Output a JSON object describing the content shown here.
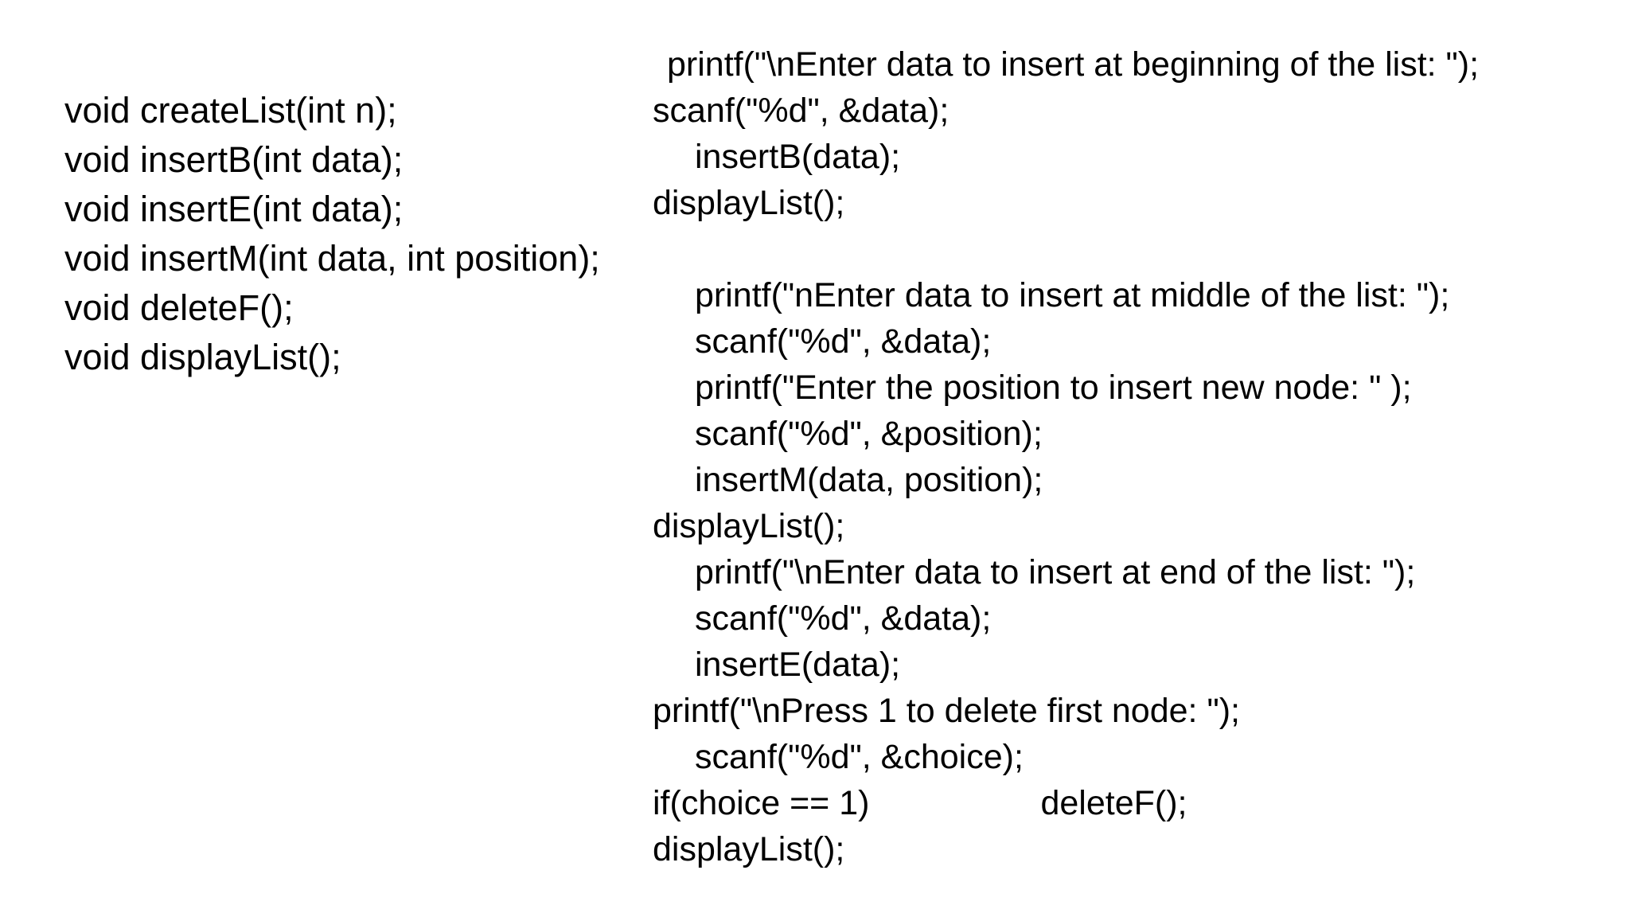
{
  "slide": {
    "background_color": "#ffffff",
    "text_color": "#000000"
  },
  "prototypes": {
    "lines": [
      "void createList(int n);",
      "void insertB(int data);",
      "void insertE(int data);",
      "void insertM(int data, int position);",
      "void deleteF();",
      "void displayList();"
    ]
  },
  "main_body": {
    "lines": [
      {
        "indent": 1,
        "text": "printf(\"\\nEnter data to insert at beginning of the list: \");"
      },
      {
        "indent": 0,
        "text": "scanf(\"%d\", &data);"
      },
      {
        "indent": 2,
        "text": "insertB(data);"
      },
      {
        "indent": 0,
        "text": "displayList();"
      },
      {
        "indent": 0,
        "text": ""
      },
      {
        "indent": 2,
        "text": "printf(\"nEnter data to insert at middle of the list: \");"
      },
      {
        "indent": 2,
        "text": "scanf(\"%d\", &data);"
      },
      {
        "indent": 2,
        "text": "printf(\"Enter the position to insert new node: \" );"
      },
      {
        "indent": 2,
        "text": "scanf(\"%d\", &position);"
      },
      {
        "indent": 2,
        "text": "insertM(data, position);"
      },
      {
        "indent": 0,
        "text": "displayList();"
      },
      {
        "indent": 2,
        "text": "printf(\"\\nEnter data to insert at end of the list: \");"
      },
      {
        "indent": 2,
        "text": "scanf(\"%d\", &data);"
      },
      {
        "indent": 2,
        "text": "insertE(data);"
      },
      {
        "indent": 0,
        "text": "printf(\"\\nPress 1 to delete first node: \");"
      },
      {
        "indent": 2,
        "text": "scanf(\"%d\", &choice);"
      },
      {
        "indent": 0,
        "text": "if(choice == 1)",
        "gap_after": true,
        "text2": "deleteF();"
      },
      {
        "indent": 0,
        "text": "displayList();"
      }
    ]
  }
}
